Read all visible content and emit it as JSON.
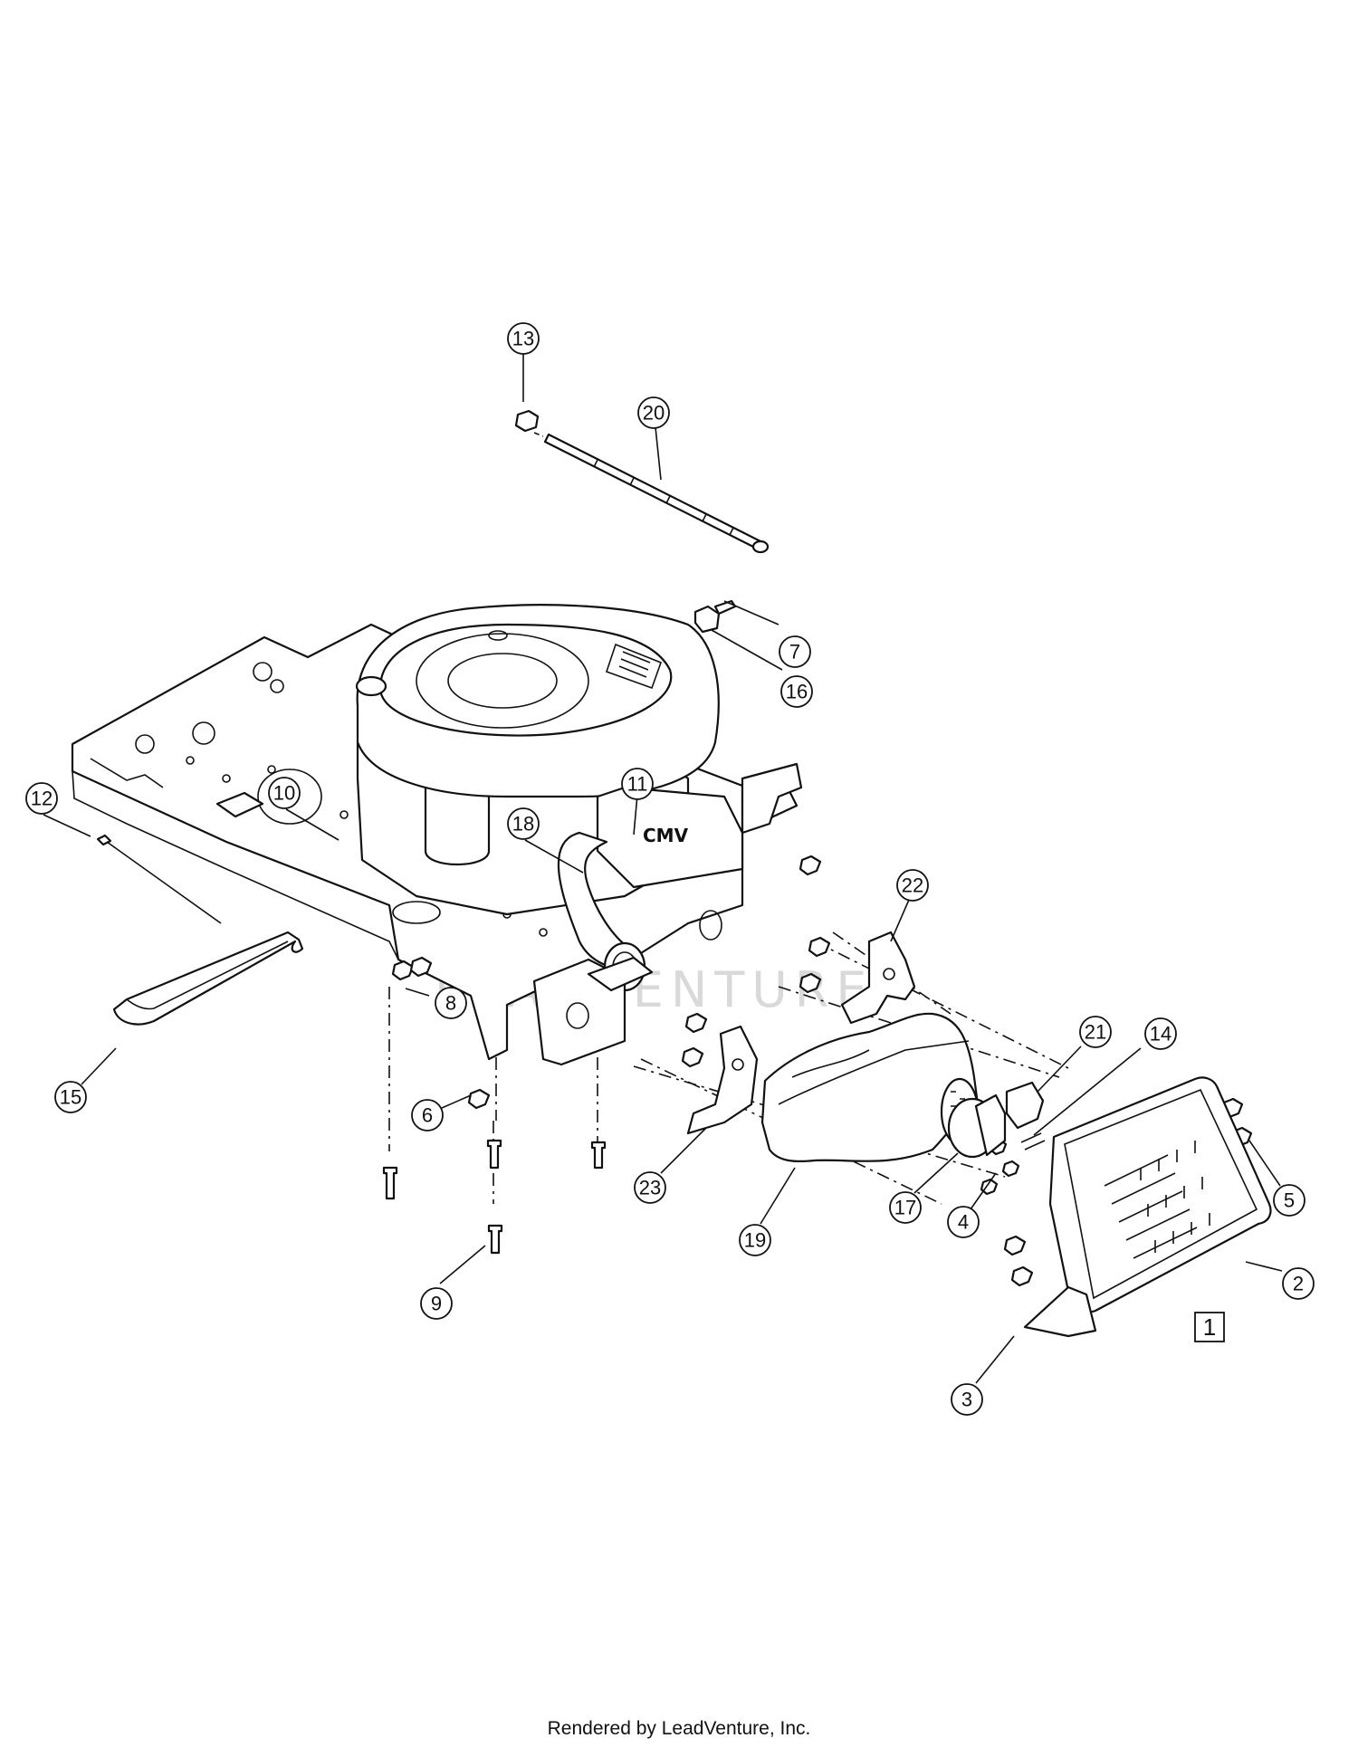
{
  "diagram": {
    "callouts": [
      "1",
      "2",
      "3",
      "4",
      "5",
      "6",
      "7",
      "8",
      "9",
      "10",
      "11",
      "12",
      "13",
      "14",
      "15",
      "16",
      "17",
      "18",
      "19",
      "20",
      "21",
      "22",
      "23"
    ],
    "assembly_box_label": "1",
    "watermark": "LEADVENTURE",
    "engine_brand": "CMV"
  },
  "footer": {
    "text": "Rendered by LeadVenture, Inc."
  }
}
